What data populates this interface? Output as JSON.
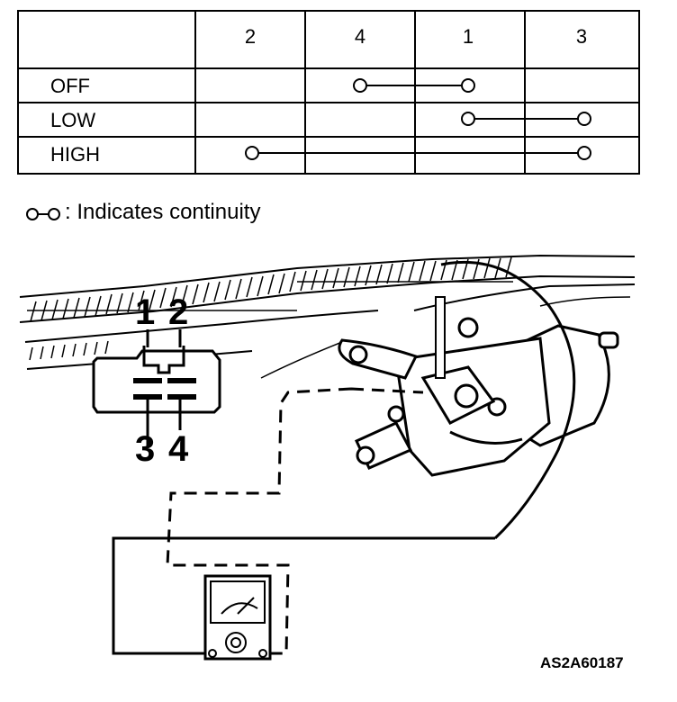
{
  "switch_table": {
    "columns": [
      "2",
      "4",
      "1",
      "3"
    ],
    "rows": [
      {
        "label": "OFF",
        "continuity": [
          "4",
          "1"
        ]
      },
      {
        "label": "LOW",
        "continuity": [
          "1",
          "3"
        ]
      },
      {
        "label": "HIGH",
        "continuity": [
          "2",
          "3"
        ]
      }
    ]
  },
  "legend": {
    "text": ": Indicates continuity"
  },
  "connector": {
    "top_pins": [
      "1",
      "2"
    ],
    "bottom_pins": [
      "3",
      "4"
    ]
  },
  "figure_code": "AS2A60187"
}
